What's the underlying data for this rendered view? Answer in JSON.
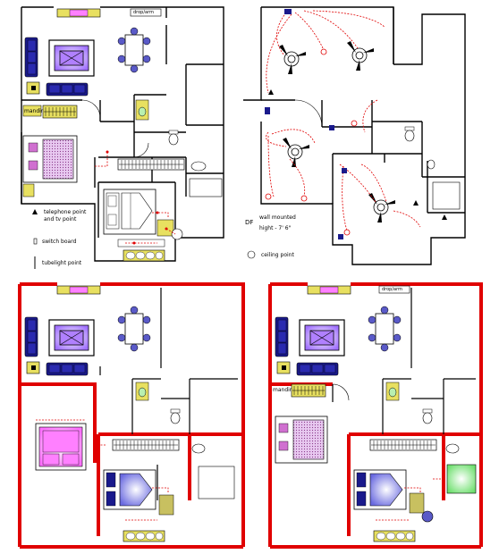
{
  "labels": {
    "dnt_label": "drop/arm",
    "mandir": "mandir",
    "telephone_point": "telephone point",
    "and_tv_point": "and tv point",
    "switch_board": "switch board",
    "tubelight_point": "tubelight point",
    "df": "DF",
    "wall_mounted": "wall mounted",
    "height": "hight - 7' 6\"",
    "ceiling_point": "ceiling point"
  },
  "colors": {
    "wall": "#000000",
    "red_wall": "#e00000",
    "wiring": "#e00000",
    "sofa": "#1a1a8c",
    "rug_purple": "#b080ff",
    "bed_pink": "#d070d0",
    "bed_magenta": "#ff80ff",
    "chair_blue": "#5a5ac8",
    "yellow": "#e8e060",
    "green": "#b8f0b0",
    "olive": "#c8c060"
  }
}
